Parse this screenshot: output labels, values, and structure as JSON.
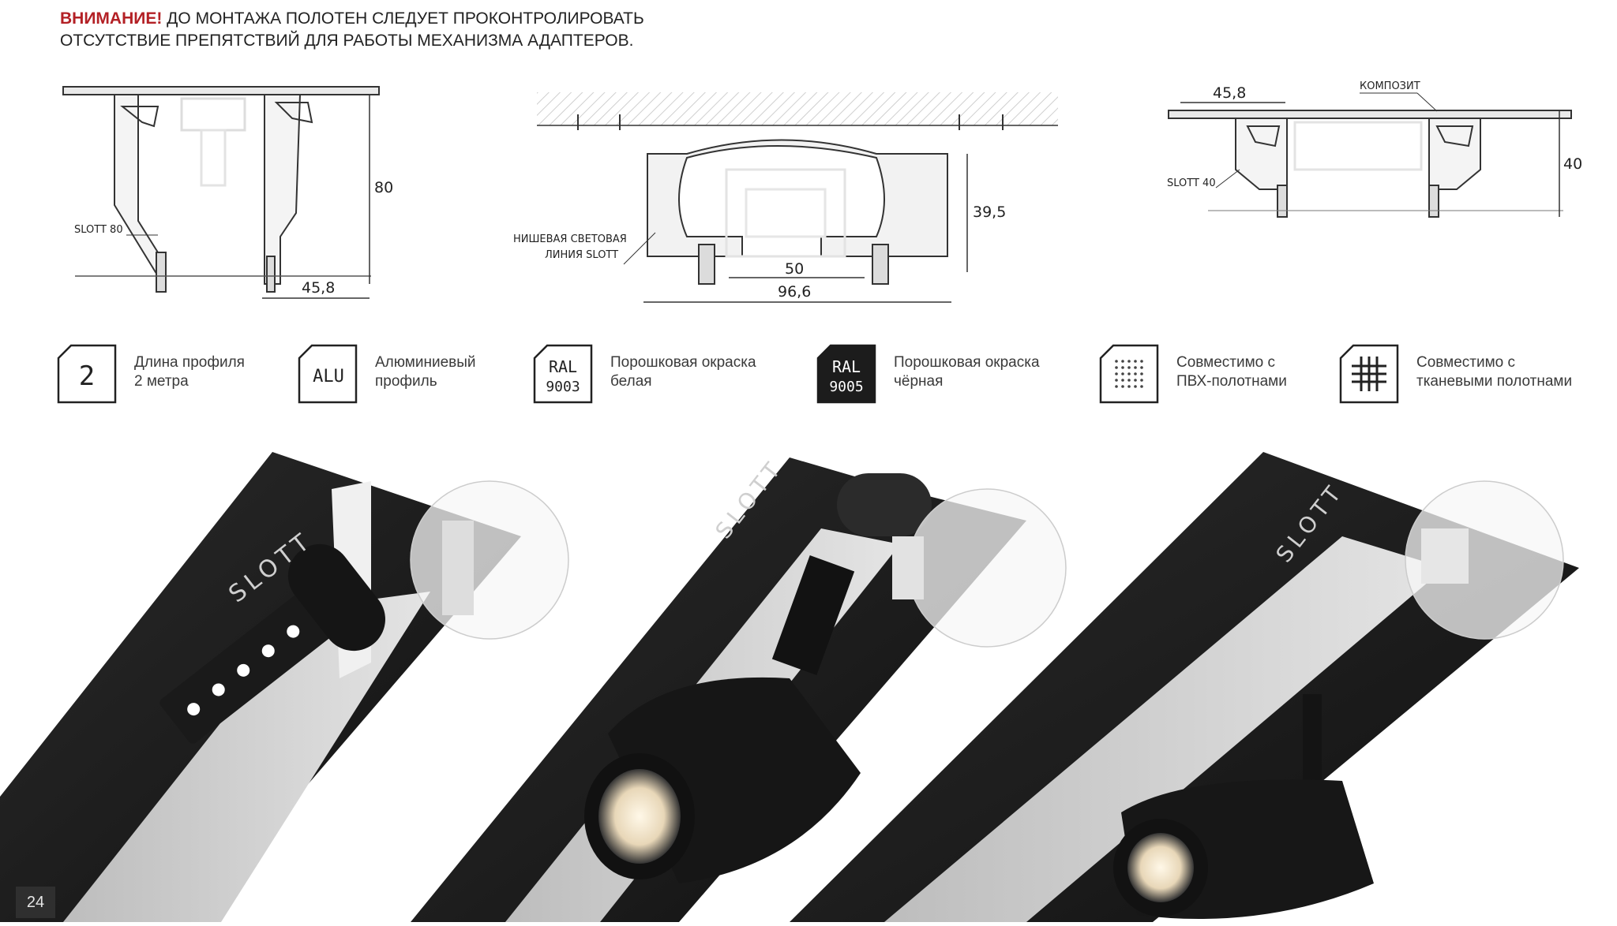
{
  "warning": {
    "strong": "ВНИМАНИЕ!",
    "line1": " ДО МОНТАЖА ПОЛОТЕН СЛЕДУЕТ ПРОКОНТРОЛИРОВАТЬ",
    "line2": "ОТСУТСТВИЕ ПРЕПЯТСТВИЙ ДЛЯ РАБОТЫ МЕХАНИЗМА АДАПТЕРОВ."
  },
  "drawing1": {
    "label": "SLOTT 80",
    "height": "80",
    "width": "45,8"
  },
  "drawing2": {
    "label_line1": "НИШЕВАЯ СВЕТОВАЯ",
    "label_line2": "ЛИНИЯ SLOTT",
    "height": "39,5",
    "inner": "50",
    "width": "96,6"
  },
  "drawing3": {
    "label": "SLOTT 40",
    "composite": "КОМПОЗИТ",
    "width": "45,8",
    "height": "40"
  },
  "features": [
    {
      "icon": "length-2m-icon",
      "glyph": "2",
      "line1": "Длина профиля",
      "line2": "2 метра"
    },
    {
      "icon": "aluminium-icon",
      "glyph": "ALU",
      "line1": "Алюминиевый",
      "line2": "профиль"
    },
    {
      "icon": "ral-9003-icon",
      "glyph1": "RAL",
      "glyph2": "9003",
      "line1": "Порошковая окраска",
      "line2": "белая"
    },
    {
      "icon": "ral-9005-icon",
      "glyph1": "RAL",
      "glyph2": "9005",
      "line1": "Порошковая окраска",
      "line2": "чёрная"
    },
    {
      "icon": "pvc-dots-icon",
      "line1": "Совместимо с",
      "line2": "ПВХ-полотнами"
    },
    {
      "icon": "fabric-grid-icon",
      "line1": "Совместимо с",
      "line2": "тканевыми полотнами"
    }
  ],
  "photos": {
    "brand": "SLOTT"
  },
  "page_number": "24",
  "colors": {
    "accent_red": "#b32025",
    "profile_black": "#1c1c1c",
    "line": "#333333"
  }
}
